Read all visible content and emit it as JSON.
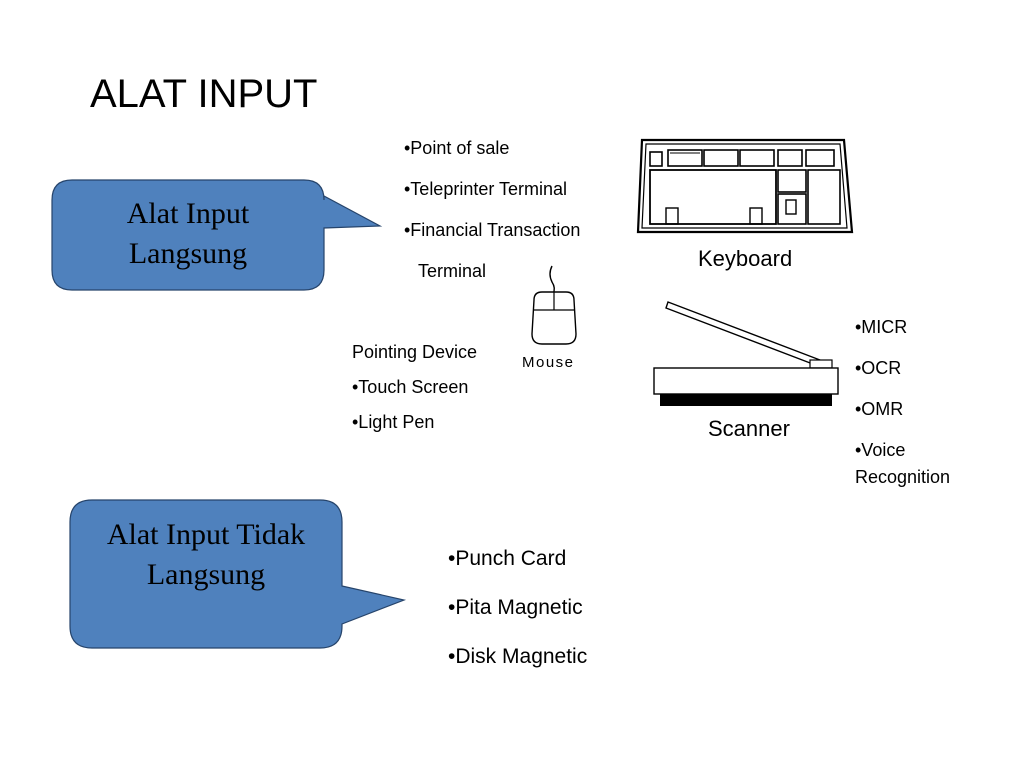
{
  "slide": {
    "title": "ALAT INPUT"
  },
  "callouts": {
    "direct": {
      "line1": "Alat Input",
      "line2": "Langsung",
      "fill": "#4f81bd"
    },
    "indirect": {
      "line1": "Alat Input Tidak",
      "line2": "Langsung",
      "fill": "#4f81bd"
    }
  },
  "direct_list": [
    "•Point of sale",
    "•Teleprinter Terminal",
    "•Financial Transaction",
    "Terminal"
  ],
  "pointing": {
    "heading": "Pointing Device",
    "items": [
      "•Touch Screen",
      "•Light Pen"
    ]
  },
  "scanner_list": [
    "•MICR",
    "•OCR",
    "•OMR",
    "•Voice",
    "Recognition"
  ],
  "indirect_list": [
    "•Punch Card",
    "•Pita Magnetic",
    "•Disk Magnetic"
  ],
  "devices": {
    "keyboard": {
      "label": "Keyboard",
      "icon": "keyboard-icon"
    },
    "mouse": {
      "label": "Mouse",
      "icon": "mouse-icon"
    },
    "scanner": {
      "label": "Scanner",
      "icon": "scanner-icon"
    }
  }
}
